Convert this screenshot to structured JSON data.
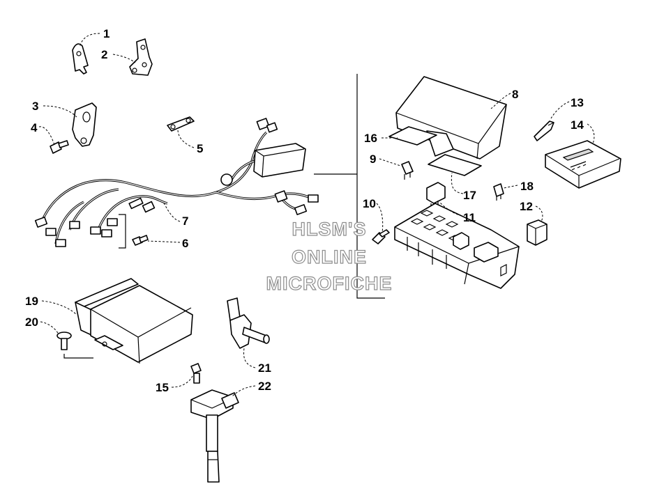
{
  "diagram": {
    "callouts": [
      "1",
      "2",
      "3",
      "4",
      "5",
      "6",
      "7",
      "8",
      "9",
      "10",
      "11",
      "12",
      "13",
      "14",
      "15",
      "16",
      "17",
      "18",
      "19",
      "20",
      "21",
      "22"
    ],
    "watermark": [
      "HLSM'S",
      "ONLINE",
      "MICROFICHE"
    ]
  }
}
